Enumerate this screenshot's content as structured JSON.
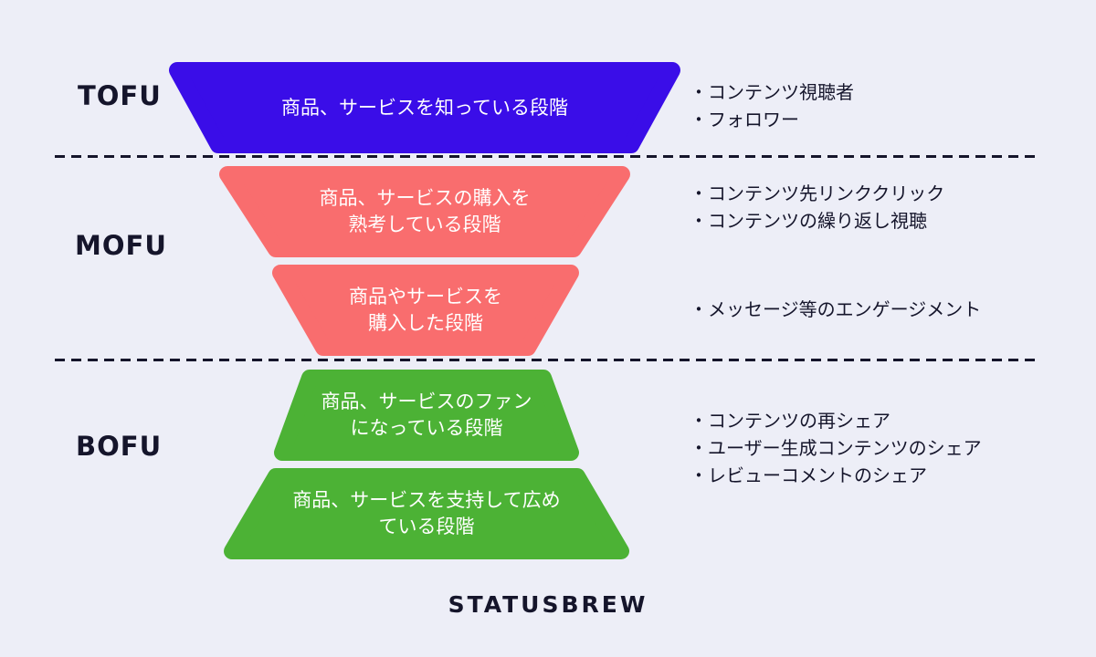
{
  "colors": {
    "background": "#edeef7",
    "tofu": "#3a0de8",
    "mofu": "#f96d6e",
    "bofu": "#4cb235",
    "text": "#15152b",
    "stage_text": "#ffffff"
  },
  "sections": [
    {
      "label": "TOFU",
      "stages": [
        {
          "text": "商品、サービスを知っている段階",
          "bullets": [
            "・コンテンツ視聴者",
            "・フォロワー"
          ]
        }
      ]
    },
    {
      "label": "MOFU",
      "stages": [
        {
          "text": "商品、サービスの購入を\n熟考している段階",
          "bullets": [
            "・コンテンツ先リンククリック",
            "・コンテンツの繰り返し視聴"
          ]
        },
        {
          "text": "商品やサービスを\n購入した段階",
          "bullets": [
            "・メッセージ等のエンゲージメント"
          ]
        }
      ]
    },
    {
      "label": "BOFU",
      "stages": [
        {
          "text": "商品、サービスのファン\nになっている段階",
          "bullets": [
            "・コンテンツの再シェア",
            "・ユーザー生成コンテンツのシェア",
            "・レビューコメントのシェア"
          ]
        },
        {
          "text": "商品、サービスを支持して広め\nている段階",
          "bullets": []
        }
      ]
    }
  ],
  "logo": "STATUSBREW"
}
